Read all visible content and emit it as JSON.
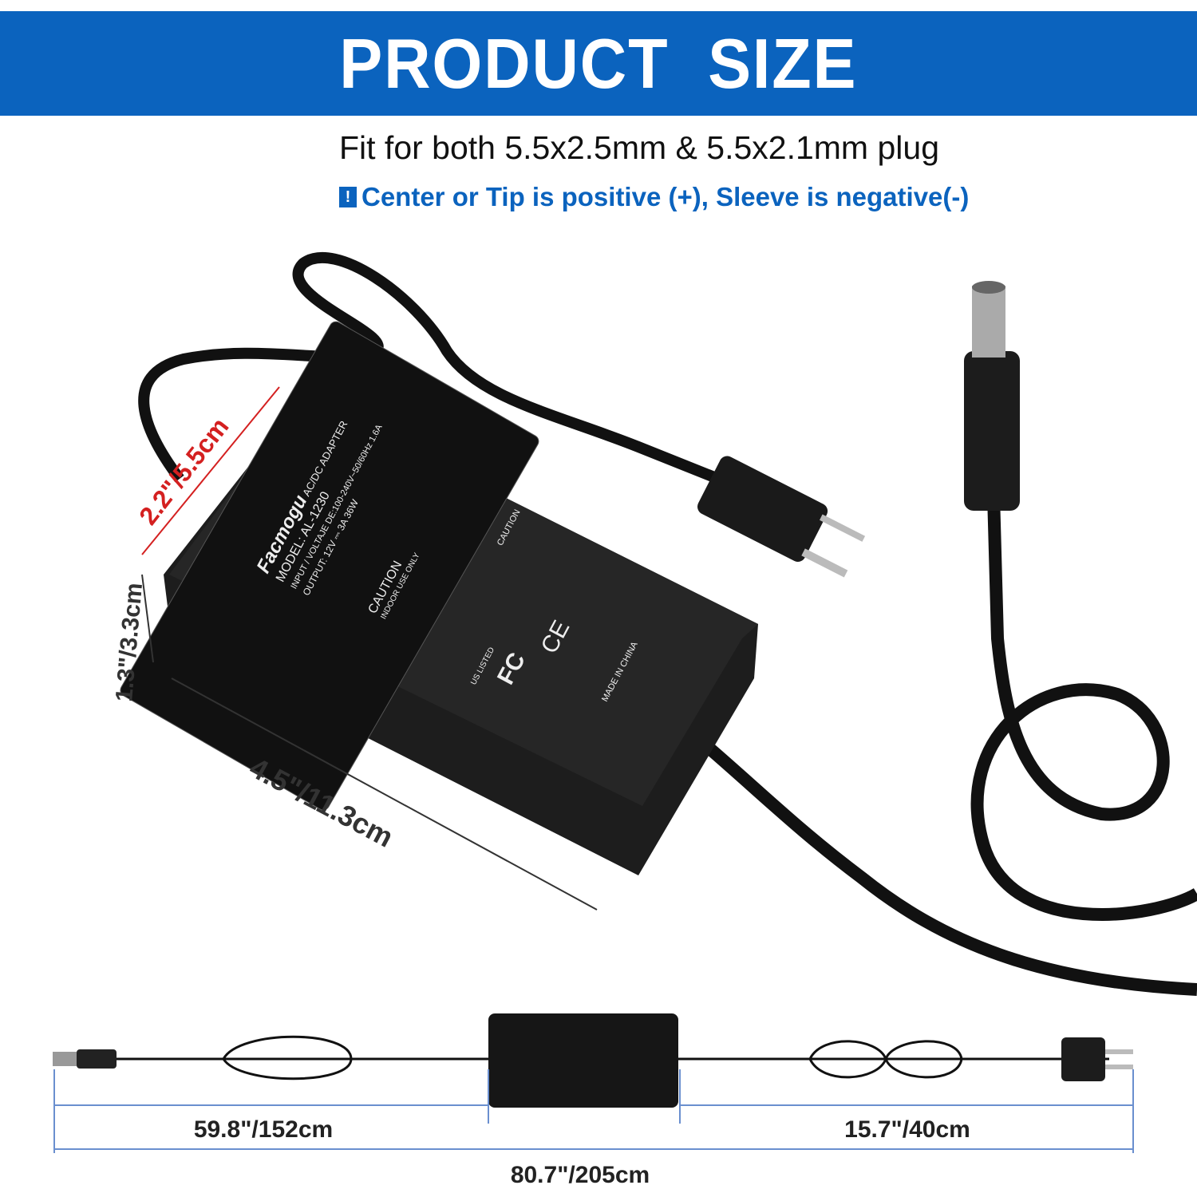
{
  "header": {
    "title": "PRODUCT  SIZE"
  },
  "subtitle": "Fit for both 5.5x2.5mm & 5.5x2.1mm plug",
  "note": {
    "icon": "exclamation-icon",
    "text": "Center or Tip is positive (+), Sleeve is negative(-)"
  },
  "colors": {
    "brand_blue": "#0b63be",
    "dimension_red": "#d42020"
  },
  "label": {
    "brand": "Facmogu",
    "type": "AC/DC ADAPTER",
    "model": "MODEL: AL-1230",
    "input": "INPUT / VOLTAJE DE:100-240V~50/60Hz 1.6A",
    "output": "OUTPUT: 12V ⎓ 3A   36W",
    "caution_title": "CAUTION",
    "caution_sub": "INDOOR USE ONLY",
    "caution2": "CAUTION",
    "ul": "US LISTED",
    "made_in": "MADE IN CHINA"
  },
  "dimensions": {
    "height": "2.2\"/5.5cm",
    "thickness": "1.3\"/3.3cm",
    "length": "4.5\"/11.3cm",
    "dc_cable": "59.8\"/152cm",
    "ac_cable": "15.7\"/40cm",
    "total": "80.7\"/205cm"
  }
}
